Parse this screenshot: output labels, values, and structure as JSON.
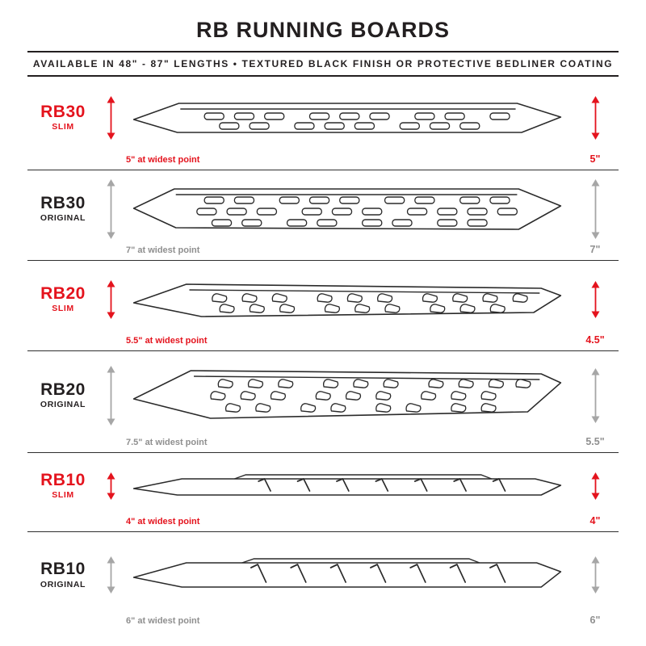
{
  "header": {
    "title": "RB RUNNING BOARDS",
    "subtitle": "AVAILABLE IN 48\" - 87\" LENGTHS   •   TEXTURED BLACK FINISH OR PROTECTIVE BEDLINER COATING"
  },
  "colors": {
    "accent_red": "#e4131d",
    "measure_gray": "#9d9d9d",
    "ink_black": "#231f20"
  },
  "rows": [
    {
      "model": "RB30",
      "variant": "SLIM",
      "width_note": "5\" at widest point",
      "height_label": "5\""
    },
    {
      "model": "RB30",
      "variant": "ORIGINAL",
      "width_note": "7\" at widest point",
      "height_label": "7\""
    },
    {
      "model": "RB20",
      "variant": "SLIM",
      "width_note": "5.5\" at widest point",
      "height_label": "4.5\""
    },
    {
      "model": "RB20",
      "variant": "ORIGINAL",
      "width_note": "7.5\" at widest point",
      "height_label": "5.5\""
    },
    {
      "model": "RB10",
      "variant": "SLIM",
      "width_note": "4\" at widest point",
      "height_label": "4\""
    },
    {
      "model": "RB10",
      "variant": "ORIGINAL",
      "width_note": "6\" at widest point",
      "height_label": "6\""
    }
  ]
}
